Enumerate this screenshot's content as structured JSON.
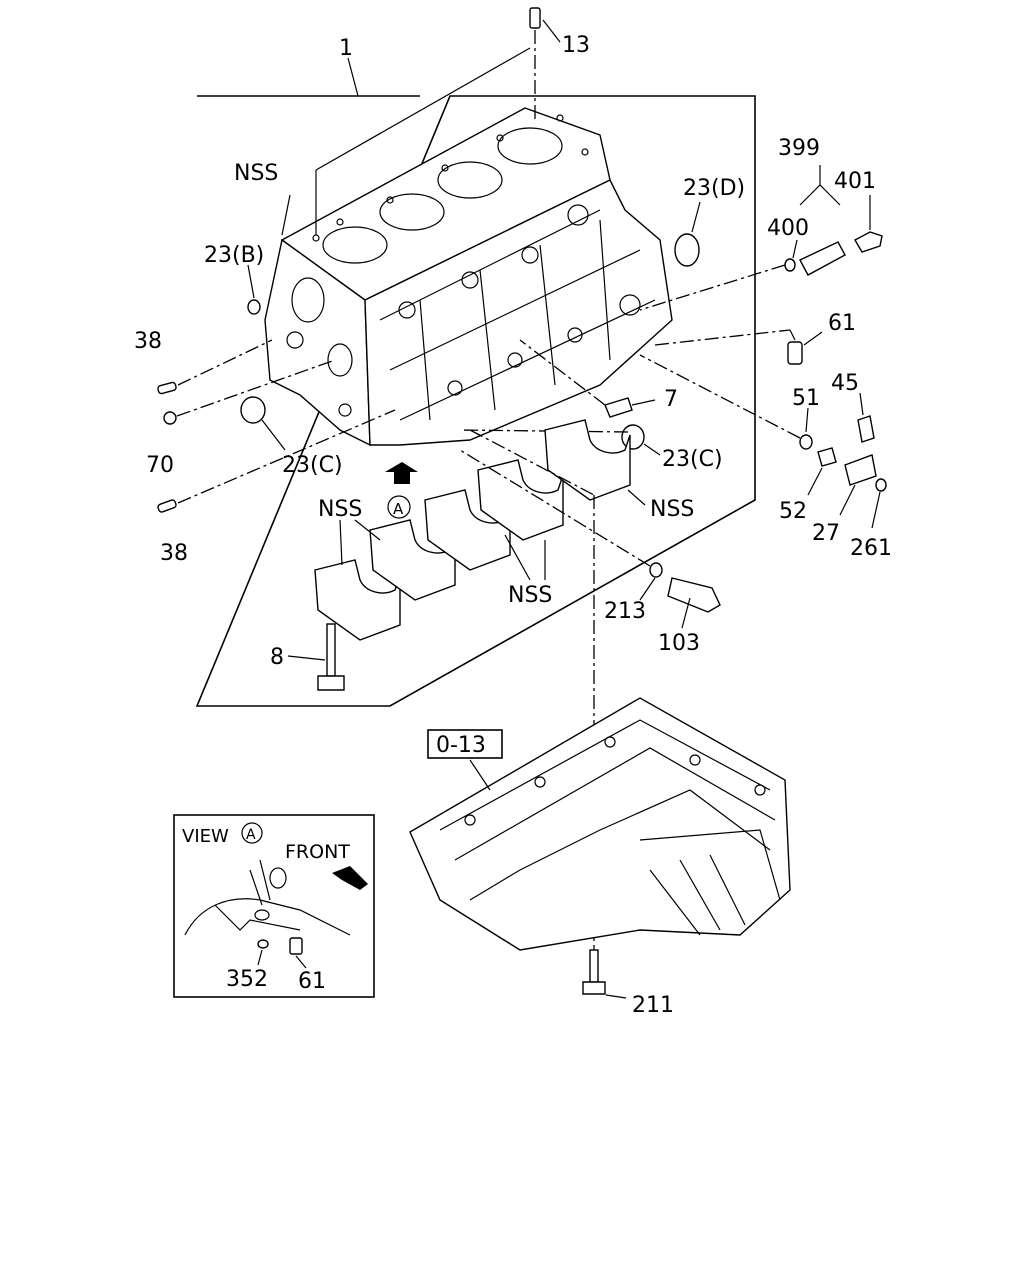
{
  "labels": {
    "l1": "1",
    "l13": "13",
    "lNSS1": "NSS",
    "l23B": "23(B)",
    "l23D": "23(D)",
    "l399": "399",
    "l400": "400",
    "l401": "401",
    "l61a": "61",
    "l38a": "38",
    "l70": "70",
    "l23Ca": "23(C)",
    "l7": "7",
    "l23Cb": "23(C)",
    "l51": "51",
    "l45": "45",
    "l52": "52",
    "l27": "27",
    "l261": "261",
    "lNSS2": "NSS",
    "lNSS3": "NSS",
    "lNSS4": "NSS",
    "l38b": "38",
    "lA": "A",
    "l213": "213",
    "l103": "103",
    "l8": "8",
    "l013": "0-13",
    "lView": "VIEW",
    "lViewA": "A",
    "lFront": "FRONT",
    "l352": "352",
    "l61b": "61",
    "l211": "211"
  },
  "colors": {
    "line": "#000000",
    "background": "#ffffff"
  }
}
